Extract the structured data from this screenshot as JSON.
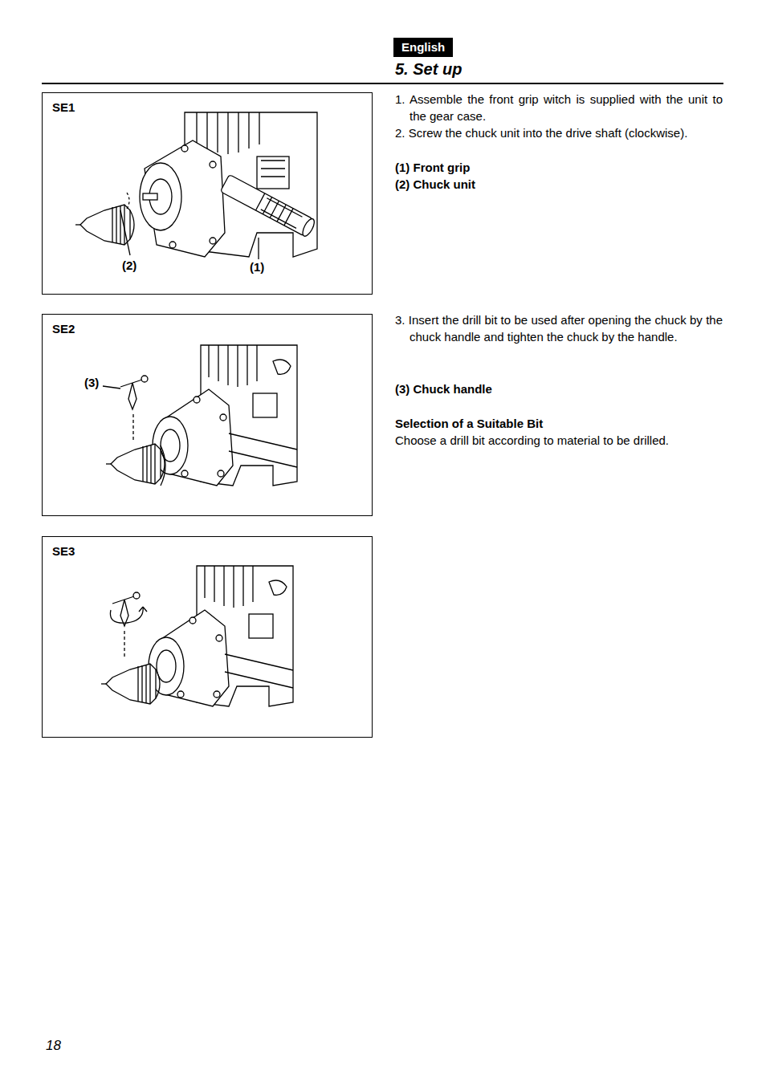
{
  "diagram": {
    "title": "5. Set up",
    "nodes": [
      {
        "text": [
          "English"
        ]
      },
      {
        "text": [
          "SE1",
          "(2)",
          "(1)"
        ]
      },
      {
        "text": [
          "SE2",
          "(3)"
        ]
      },
      {
        "text": [
          "SE3"
        ]
      }
    ],
    "labels": [
      "1. Assemble the front grip witch is supplied with the unit to the gear case.",
      "2. Screw the chuck unit into the drive shaft (clockwise).",
      "(1) Front grip",
      "(2) Chuck unit",
      "3. Insert the drill bit to be used after opening the chuck by the chuck handle and tighten the chuck by the handle.",
      "(3) Chuck handle",
      "Selection of a Suitable Bit",
      "Choose a drill bit according to material to be drilled.",
      "18"
    ]
  }
}
